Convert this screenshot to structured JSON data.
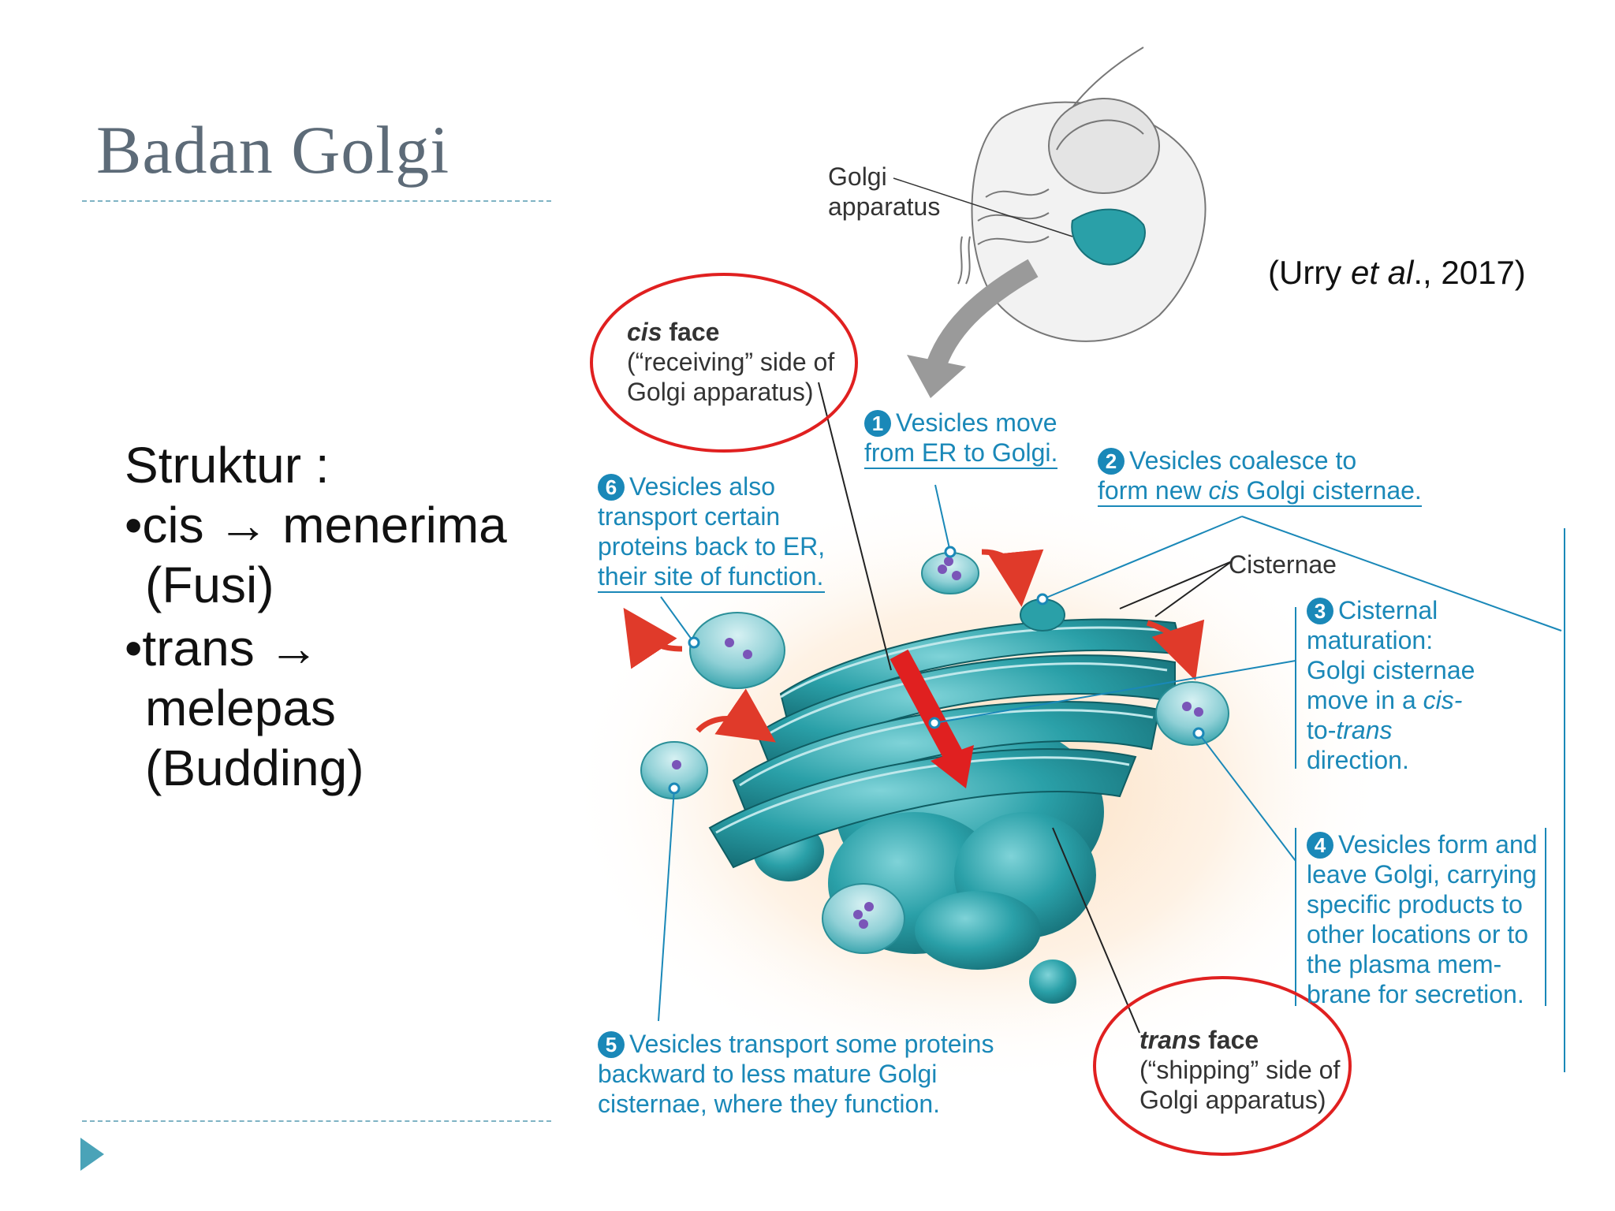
{
  "slide": {
    "title": "Badan Golgi",
    "citation_pre": "(Urry ",
    "citation_em": "et al",
    "citation_post": "., 2017)",
    "bullets": {
      "heading": "Struktur :",
      "cis_line1": "•cis → menerima",
      "cis_line2": "(Fusi)",
      "trans_line1": "•trans →",
      "trans_line2": "melepas",
      "trans_line3": "(Budding)"
    }
  },
  "figure": {
    "golgi_label_1": "Golgi",
    "golgi_label_2": "apparatus",
    "cisternae_label": "Cisternae",
    "cis_face": {
      "title_em": "cis",
      "title_rest": " face",
      "line1": "(“receiving” side of",
      "line2": "Golgi apparatus)"
    },
    "trans_face": {
      "title_em": "trans",
      "title_rest": " face",
      "line1": "(“shipping” side of",
      "line2": "Golgi apparatus)"
    },
    "steps": {
      "s1": {
        "num": "1",
        "line1": "Vesicles move",
        "line2": "from ER to Golgi."
      },
      "s2": {
        "num": "2",
        "line1": "Vesicles coalesce to",
        "line2_pre": "form new ",
        "line2_em": "cis",
        "line2_post": " Golgi cisternae."
      },
      "s3": {
        "num": "3",
        "line1": "Cisternal",
        "line2": "maturation:",
        "line3": "Golgi cisternae",
        "line4_pre": "move in a ",
        "line4_em": "cis-",
        "line5_pre": "to-",
        "line5_em": "trans",
        "line6": "direction."
      },
      "s4": {
        "num": "4",
        "line1": "Vesicles form and",
        "line2": "leave Golgi, carrying",
        "line3": "specific products to",
        "line4": "other locations or to",
        "line5": "the plasma mem-",
        "line6": "brane for secretion."
      },
      "s5": {
        "num": "5",
        "line1": "Vesicles transport some proteins",
        "line2": "backward to less mature Golgi",
        "line3": "cisternae, where they function."
      },
      "s6": {
        "num": "6",
        "line1": "Vesicles also",
        "line2": "transport certain",
        "line3": "proteins back to ER,",
        "line4": "their site of function."
      }
    },
    "colors": {
      "teal": "#2aa0a8",
      "label_blue": "#1a88b8",
      "highlight_red": "#e02020"
    }
  }
}
